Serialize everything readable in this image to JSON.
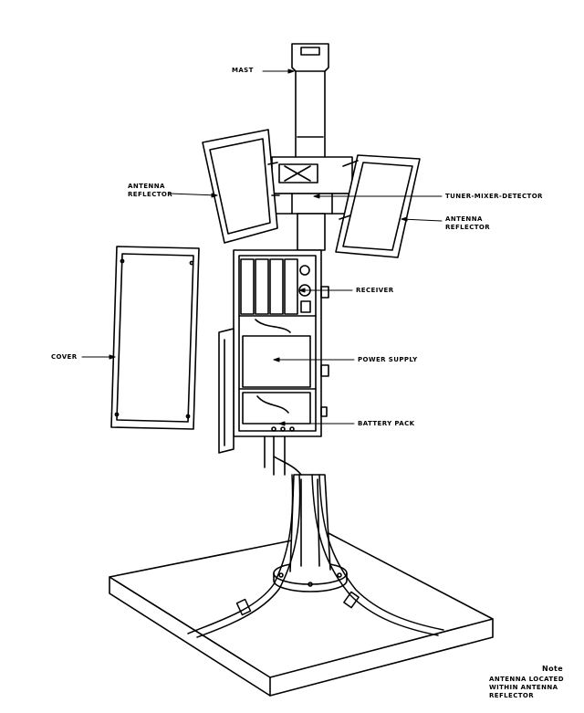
{
  "labels": {
    "mast": "MAST",
    "antenna_reflector_left_line1": "ANTENNA",
    "antenna_reflector_left_line2": "REFLECTOR",
    "tuner_mixer_detector": "TUNER-MIXER-DETECTOR",
    "antenna_reflector_right_line1": "ANTENNA",
    "antenna_reflector_right_line2": "REFLECTOR",
    "receiver": "RECEIVER",
    "cover": "COVER",
    "power_supply": "POWER SUPPLY",
    "battery_pack": "BATTERY PACK"
  },
  "note": {
    "title": "Note",
    "line1": "ANTENNA LOCATED",
    "line2": "WITHIN ANTENNA",
    "line3": "REFLECTOR"
  }
}
